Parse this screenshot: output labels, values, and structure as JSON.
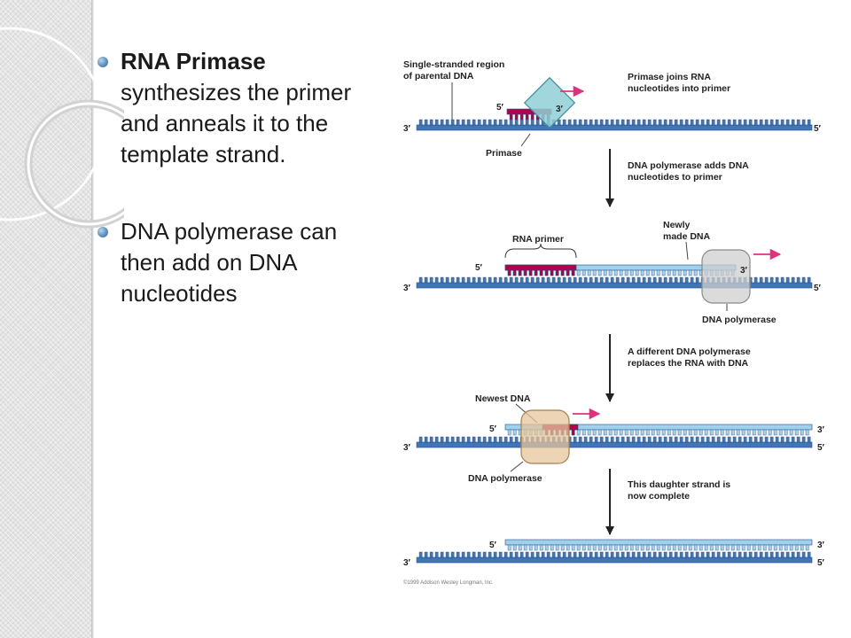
{
  "slide": {
    "bullets": [
      {
        "bold": "RNA Primase",
        "text": " synthesizes the primer and anneals it to the template strand."
      },
      {
        "bold": "",
        "text": "DNA polymerase can then add on DNA nucleotides"
      }
    ]
  },
  "diagram": {
    "labels": {
      "single_stranded_l1": "Single-stranded region",
      "single_stranded_l2": "of parental DNA",
      "primase_joins_l1": "Primase joins RNA",
      "primase_joins_l2": "nucleotides into primer",
      "primase": "Primase",
      "polymerase_adds_l1": "DNA polymerase adds DNA",
      "polymerase_adds_l2": "nucleotides to primer",
      "rna_primer": "RNA primer",
      "newly_made_l1": "Newly",
      "newly_made_l2": "made DNA",
      "dna_polymerase_1": "DNA polymerase",
      "different_pol_l1": "A different DNA polymerase",
      "different_pol_l2": "replaces the RNA with DNA",
      "newest_dna": "Newest DNA",
      "dna_polymerase_2": "DNA polymerase",
      "daughter_l1": "This daughter strand is",
      "daughter_l2": "now complete"
    },
    "ends": {
      "five_prime": "5′",
      "three_prime": "3′"
    },
    "copyright": "©1999 Addison Wesley Longman, Inc.",
    "colors": {
      "template_strand": "#3f76b8",
      "new_dna": "#9fd0ee",
      "rna_primer": "#b0004e",
      "primase": "#8fcfd6",
      "polymerase_gray": "#cfcfcf",
      "polymerase_tan": "#e5c59b",
      "arrow_pink": "#e0317c"
    }
  }
}
